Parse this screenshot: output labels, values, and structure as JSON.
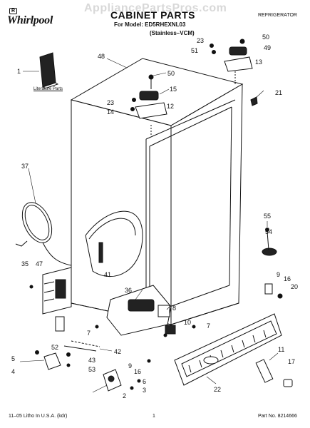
{
  "header": {
    "brand": "Whirlpool",
    "brand_badge": "R",
    "title": "CABINET PARTS",
    "model_line": "For Model: ED5RHEXNL03",
    "finish_line": "(Stainless–VCM)",
    "category": "REFRIGERATOR",
    "watermark": "AppliancePartsPros.com"
  },
  "literature_label": "Literature Parts",
  "footer": {
    "left": "11–05 Litho In U.S.A. (kdr)",
    "center": "1",
    "right": "Part No. 8214666"
  },
  "callouts": {
    "c48": "48",
    "c50a": "50",
    "c15": "15",
    "c23a": "23",
    "c12": "12",
    "c14": "14",
    "c1": "1",
    "c23b": "23",
    "c51": "51",
    "c50b": "50",
    "c49": "49",
    "c13": "13",
    "c21": "21",
    "c37": "37",
    "c55": "55",
    "c54": "54",
    "c41": "41",
    "c35": "35",
    "c47": "47",
    "c36": "36",
    "c8": "8",
    "c9a": "9",
    "c16a": "16",
    "c20": "20",
    "c10": "10",
    "c7a": "7",
    "c7b": "7",
    "c52": "52",
    "c42": "42",
    "c5": "5",
    "c43": "43",
    "c53": "53",
    "c4": "4",
    "c9b": "9",
    "c16b": "16",
    "c6": "6",
    "c3": "3",
    "c2": "2",
    "c11": "11",
    "c17": "17",
    "c22": "22"
  }
}
